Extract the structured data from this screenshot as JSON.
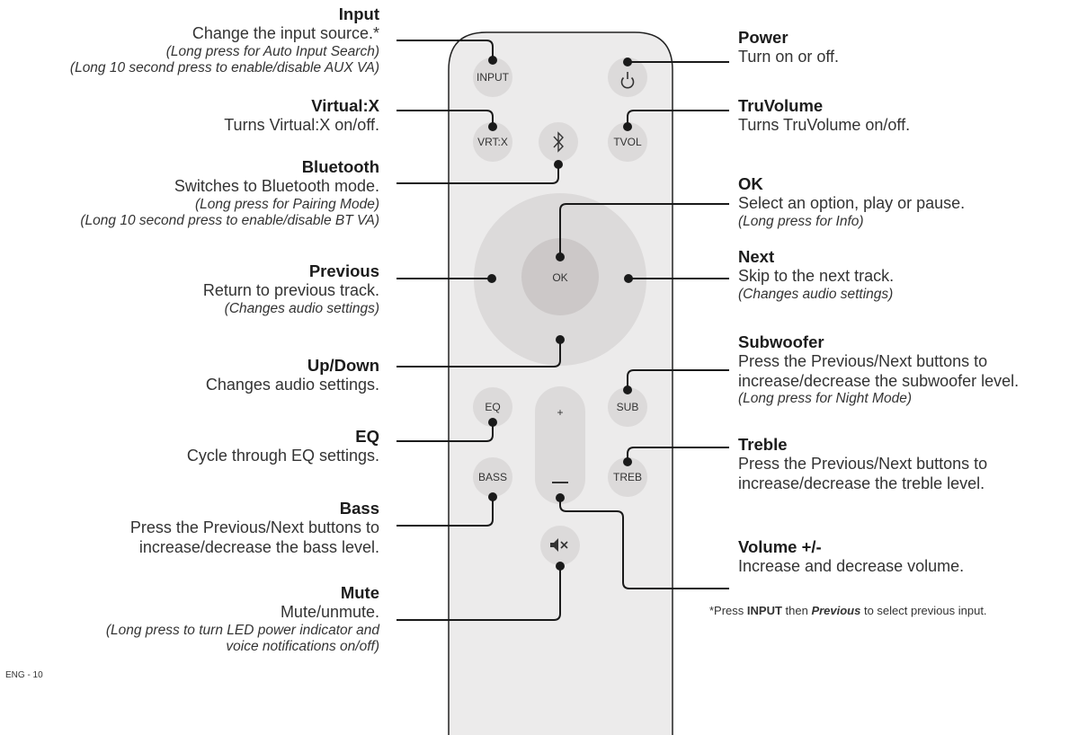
{
  "page_number": "ENG - 10",
  "footnote": {
    "prefix": "*Press ",
    "key1": "INPUT",
    "middle": " then ",
    "key2": "Previous",
    "suffix": " to select previous input."
  },
  "remote": {
    "buttons": {
      "input": "INPUT",
      "vrtx": "VRT:X",
      "tvol": "TVOL",
      "ok": "OK",
      "eq": "EQ",
      "sub": "SUB",
      "bass": "BASS",
      "treb": "TREB",
      "plus": "+"
    },
    "icons": {
      "power": "power-icon",
      "bluetooth": "bluetooth-icon",
      "mute": "mute-icon",
      "minus": "minus-icon"
    }
  },
  "callouts": {
    "input": {
      "title": "Input",
      "desc": "Change the input source.*",
      "note1": "(Long press for Auto Input Search)",
      "note2": "(Long 10 second press to enable/disable AUX VA)"
    },
    "virtualx": {
      "title": "Virtual:X",
      "desc": "Turns Virtual:X on/off."
    },
    "bluetooth": {
      "title": "Bluetooth",
      "desc": "Switches to Bluetooth mode.",
      "note1": "(Long press for Pairing Mode)",
      "note2": "(Long 10 second press to enable/disable BT VA)"
    },
    "previous": {
      "title": "Previous",
      "desc": "Return to previous track.",
      "note1": "(Changes audio settings)"
    },
    "updown": {
      "title": "Up/Down",
      "desc": "Changes audio settings."
    },
    "eq": {
      "title": "EQ",
      "desc": "Cycle through EQ settings."
    },
    "bass": {
      "title": "Bass",
      "desc1": "Press the Previous/Next buttons to",
      "desc2": "increase/decrease the bass level."
    },
    "mute": {
      "title": "Mute",
      "desc": "Mute/unmute.",
      "note1": "(Long press to turn LED power indicator and",
      "note2": "voice notifications on/off)"
    },
    "power": {
      "title": "Power",
      "desc": "Turn on or off."
    },
    "truvolume": {
      "title": "TruVolume",
      "desc": "Turns TruVolume on/off."
    },
    "ok": {
      "title": "OK",
      "desc": "Select an option, play or pause.",
      "note1": "(Long press for Info)"
    },
    "next": {
      "title": "Next",
      "desc": "Skip to the next track.",
      "note1": "(Changes audio settings)"
    },
    "subwoofer": {
      "title": "Subwoofer",
      "desc1": "Press the Previous/Next buttons to",
      "desc2": "increase/decrease the subwoofer level.",
      "note1": "(Long press for Night Mode)"
    },
    "treble": {
      "title": "Treble",
      "desc1": "Press the Previous/Next buttons to",
      "desc2": "increase/decrease the treble level."
    },
    "volume": {
      "title": "Volume +/-",
      "desc": "Increase and decrease volume."
    }
  }
}
